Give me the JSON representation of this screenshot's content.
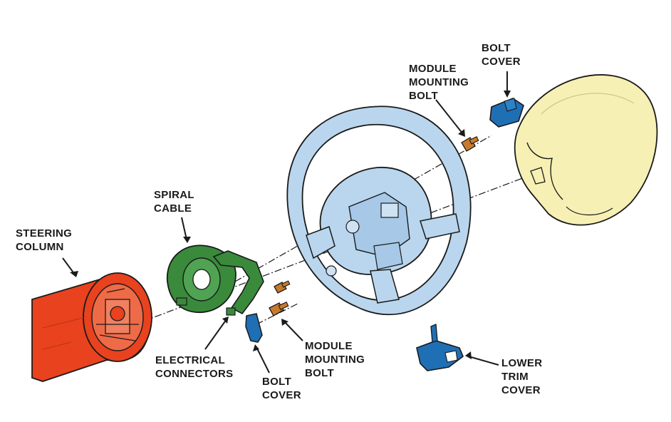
{
  "labels": {
    "steering_column": [
      "STEERING",
      "COLUMN"
    ],
    "spiral_cable": [
      "SPIRAL",
      "CABLE"
    ],
    "electrical_connectors": [
      "ELECTRICAL",
      "CONNECTORS"
    ],
    "bolt_cover_lower": [
      "BOLT",
      "COVER"
    ],
    "module_mounting_bolt_lower": [
      "MODULE",
      "MOUNTING",
      "BOLT"
    ],
    "module_mounting_bolt_upper": [
      "MODULE",
      "MOUNTING",
      "BOLT"
    ],
    "bolt_cover_upper": [
      "BOLT",
      "COVER"
    ],
    "lower_trim_cover": [
      "LOWER",
      "TRIM",
      "COVER"
    ]
  },
  "colors": {
    "steering_column": "#e8421f",
    "spiral_cable": "#3a8a3c",
    "steering_wheel": "#b9d6ee",
    "airbag_module": "#f7f0b4",
    "bolt_cover": "#1f6fb5",
    "bolt": "#c87a2c",
    "outline": "#1a1a1a"
  }
}
